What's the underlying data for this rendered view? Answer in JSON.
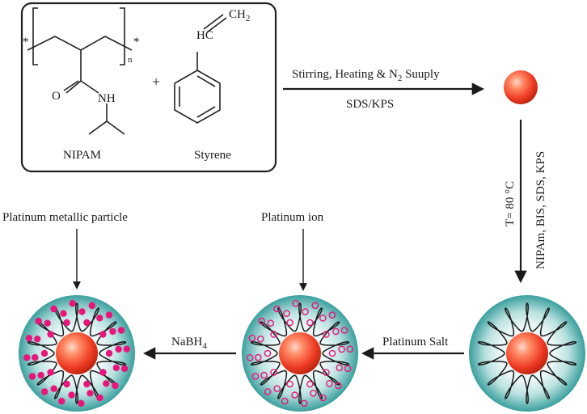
{
  "reactants": {
    "monomer_name": "NIPAM",
    "comonomer_name": "Styrene",
    "plus_sign": "+",
    "atoms": {
      "carbonyl_o": "O",
      "amide_nh": "NH",
      "vinyl_hc": "HC",
      "vinyl_ch2": "CH",
      "vinyl_ch2_sub": "2",
      "repeat_n": "n",
      "end_star": "*"
    }
  },
  "step1": {
    "line1_prefix": "Stirring, Heating & N",
    "line1_sub": "2",
    "line1_suffix": " Suuply",
    "line2": "SDS/KPS"
  },
  "step2": {
    "line1": "T= 80 °C",
    "line2": "NIPAm, BIS, SDS, KPS"
  },
  "step3": {
    "label": "Platinum Salt"
  },
  "step4": {
    "label_prefix": "NaBH",
    "label_sub": "4"
  },
  "callouts": {
    "metallic": "Platinum metallic particle",
    "ion": "Platinum ion"
  },
  "colors": {
    "core": "#ff5a3c",
    "shell": "#3aa6a4",
    "particle": "#e8157a",
    "ink": "#1a1a1a"
  }
}
